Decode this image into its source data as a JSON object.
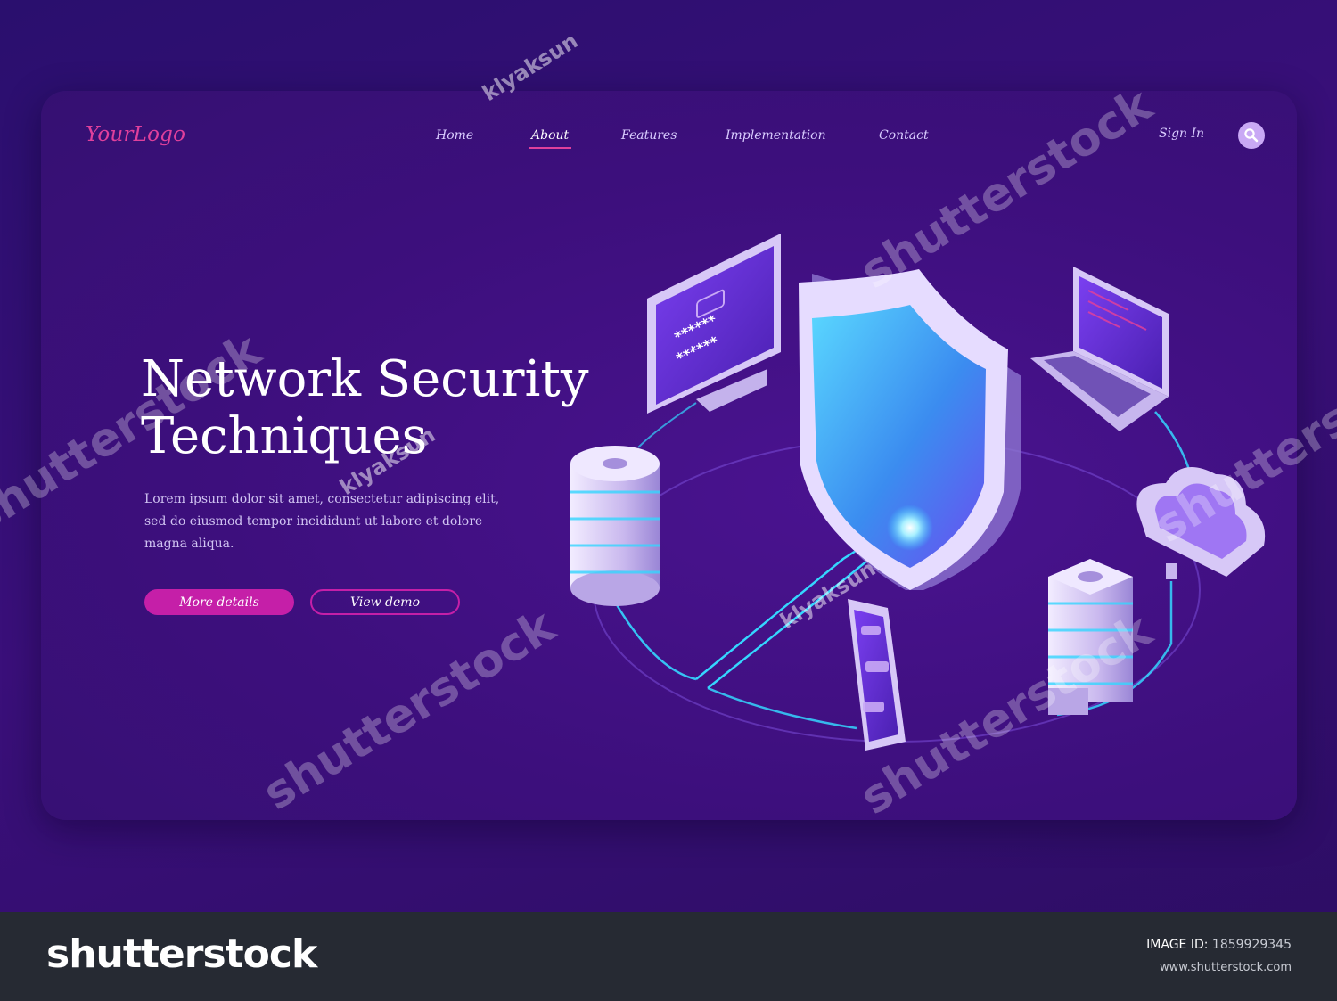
{
  "header": {
    "logo": "YourLogo",
    "nav": [
      {
        "label": "Home",
        "active": false
      },
      {
        "label": "About",
        "active": true
      },
      {
        "label": "Features",
        "active": false
      },
      {
        "label": "Implementation",
        "active": false
      },
      {
        "label": "Contact",
        "active": false
      }
    ],
    "sign_in": "Sign In",
    "search_icon": "magnifier-icon"
  },
  "hero": {
    "title_line1": "Network Security",
    "title_line2": "Techniques",
    "description": "Lorem ipsum dolor sit amet, consectetur adipiscing elit, sed do eiusmod tempor incididunt ut labore et dolore magna aliqua.",
    "primary_button": "More details",
    "secondary_button": "View demo"
  },
  "illustration": {
    "monitor_password_1": "******",
    "monitor_password_2": "******"
  },
  "watermark": {
    "author": "klyaksun",
    "stock_mark": "shutterstock"
  },
  "footer": {
    "brand": "shutterstock",
    "image_id_label": "IMAGE ID:",
    "image_id": "1859929345",
    "url": "www.shutterstock.com"
  },
  "colors": {
    "accent_pink": "#e0409c",
    "button_magenta": "#c51fa8",
    "card_bg": "#3d0f7d",
    "glow_cyan": "#35d6ff"
  }
}
